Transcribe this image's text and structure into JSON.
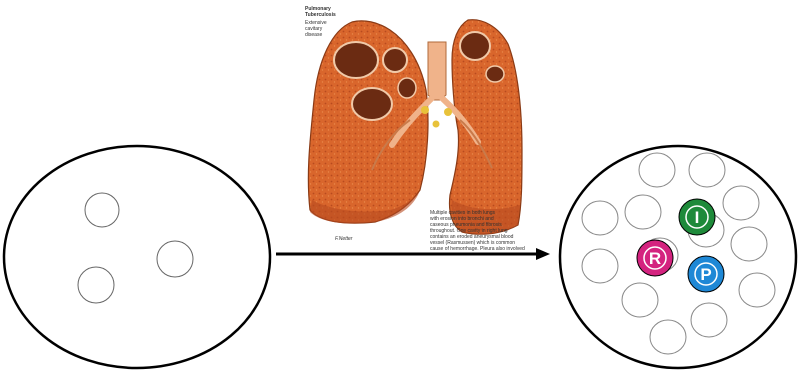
{
  "illustration": {
    "title_line1": "Pulmonary",
    "title_line2": "Tuberculosis",
    "subtitle_line1": "Extensive",
    "subtitle_line2": "cavitary",
    "subtitle_line3": "disease",
    "caption_line1": "Multiple cavities in both lungs",
    "caption_line2": "with erosion into bronchi and",
    "caption_line3": "caseous pneumonia and fibrosis",
    "caption_line4": "throughout. One cavity in right lung",
    "caption_line5": "contains an eroded aneurysmal blood",
    "caption_line6": "vessel (Rasmussen) which is common",
    "caption_line7": "cause of hemorrhage. Pleura also involved",
    "signature": "F.Netter",
    "colors": {
      "tissue": "#d9662c",
      "tissue_dark": "#b84a1f",
      "cavity": "#6b2b12",
      "trachea": "#f0b38a",
      "nodes": "#e8c23a"
    }
  },
  "arrow": {
    "color": "#000000",
    "direction": "right"
  },
  "left_circle": {
    "granuloma_count": 3
  },
  "right_circle": {
    "empty_count": 13,
    "badges": [
      {
        "letter": "I",
        "color": "#1e8a3a"
      },
      {
        "letter": "R",
        "color": "#d4237f"
      },
      {
        "letter": "P",
        "color": "#1e88d6"
      }
    ]
  }
}
